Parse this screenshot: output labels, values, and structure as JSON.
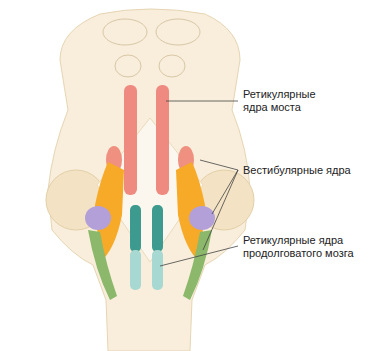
{
  "diagram": {
    "labels": [
      "Ретикулярные ядра моста",
      "Вестибулярные ядра",
      "Ретикулярные ядра продолговатого мозга"
    ]
  }
}
